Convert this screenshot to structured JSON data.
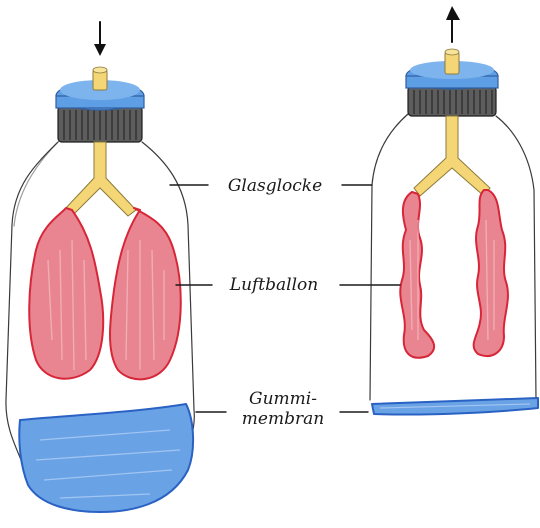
{
  "labels": {
    "bell_jar": "Glasglocke",
    "balloon": "Luftballon",
    "membrane_line1": "Gummi-",
    "membrane_line2": "membran"
  },
  "arrows": {
    "left": "down",
    "right": "up"
  },
  "colors": {
    "lung_fill": "#e88590",
    "lung_outline": "#d72638",
    "tube": "#f4d676",
    "cap_top": "#5e9ee5",
    "cap_ring": "#5d5d5d",
    "membrane": "#6aa2e6"
  }
}
